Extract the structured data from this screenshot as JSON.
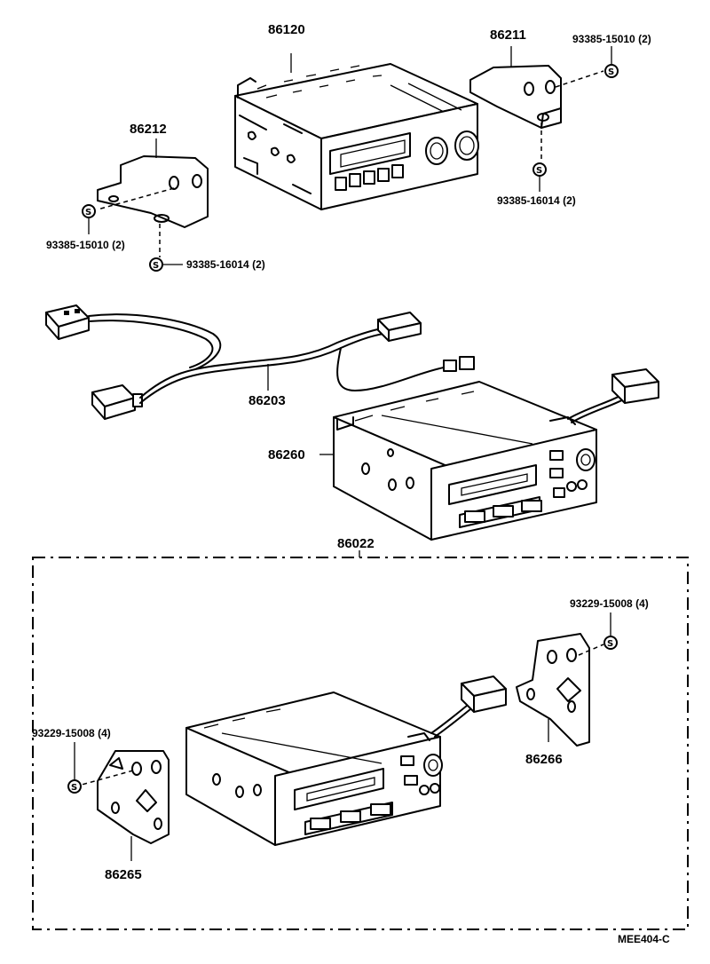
{
  "parts": {
    "radio_86120": "86120",
    "bracket_86211": "86211",
    "bracket_86212": "86212",
    "wire_86203": "86203",
    "tape_86260": "86260",
    "assy_86022": "86022",
    "bracket_86266": "86266",
    "bracket_86265": "86265"
  },
  "screws": {
    "s_86211_side": "93385-15010 (2)",
    "s_86211_bottom": "93385-16014 (2)",
    "s_86212_side": "93385-15010 (2)",
    "s_86212_bottom": "93385-16014 (2)",
    "s_86266": "93229-15008 (4)",
    "s_86265": "93229-15008 (4)"
  },
  "screw_symbol": "S",
  "diagram_code": "MEE404-C"
}
